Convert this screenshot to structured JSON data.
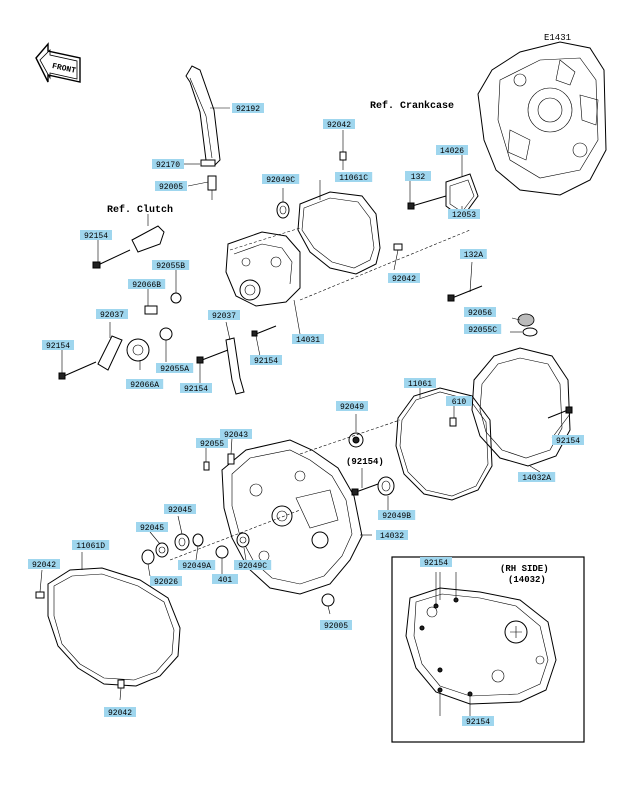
{
  "diagram_id": "E1431",
  "front_label": "FRONT",
  "refs": {
    "crankcase": "Ref. Crankcase",
    "clutch": "Ref. Clutch"
  },
  "inset": {
    "title_line1": "(RH SIDE)",
    "title_line2": "(14032)"
  },
  "plain_labels": {
    "p92154": "(92154)"
  },
  "labels": [
    "92192",
    "92042",
    "92170",
    "92005",
    "92049C",
    "11061C",
    "14026",
    "132",
    "12053",
    "92154",
    "92055B",
    "92066B",
    "92037",
    "92037",
    "92055A",
    "92066A",
    "92154",
    "92154",
    "92154",
    "14031",
    "92042",
    "132A",
    "92056",
    "92055C",
    "11061",
    "610",
    "92154",
    "14032A",
    "92049",
    "92043",
    "92055",
    "92049B",
    "92045",
    "92045",
    "92049A",
    "92049C",
    "92026",
    "401",
    "14032",
    "11061D",
    "92042",
    "92005",
    "92042",
    "92154",
    "92154"
  ]
}
